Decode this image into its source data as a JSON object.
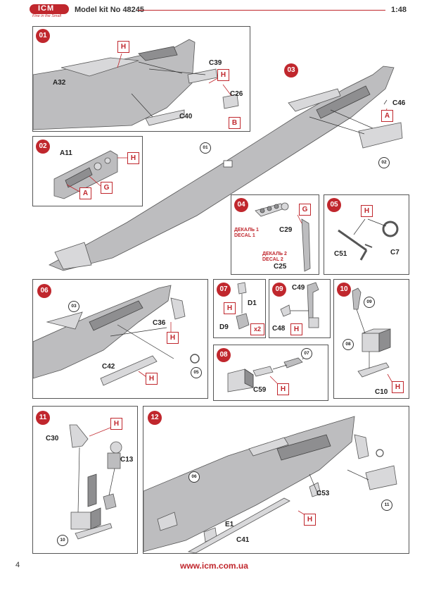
{
  "header": {
    "logo_text": "ICM",
    "logo_tagline": "Fine in the Small",
    "title": "Model kit No 48245",
    "scale": "1:48"
  },
  "footer": {
    "page_number": "4",
    "url": "www.icm.com.ua"
  },
  "steps": {
    "s01": {
      "num": "01",
      "parts": [
        "A32",
        "C39",
        "C26",
        "C40"
      ],
      "tags": [
        "H",
        "H",
        "B"
      ]
    },
    "s02": {
      "num": "02",
      "parts": [
        "A11"
      ],
      "tags": [
        "H",
        "A",
        "G"
      ]
    },
    "s03": {
      "num": "03",
      "parts": [
        "C46"
      ],
      "tags": [
        "A"
      ],
      "refs": [
        "01",
        "02"
      ]
    },
    "s04": {
      "num": "04",
      "parts": [
        "C29",
        "C25"
      ],
      "tags": [
        "G"
      ],
      "decal1": [
        "ДЕКАЛЬ 1",
        "DECAL 1"
      ],
      "decal2": [
        "ДЕКАЛЬ 2",
        "DECAL 2"
      ]
    },
    "s05": {
      "num": "05",
      "parts": [
        "C51",
        "C7"
      ],
      "tags": [
        "H"
      ]
    },
    "s06": {
      "num": "06",
      "parts": [
        "C36",
        "C42"
      ],
      "tags": [
        "H",
        "H"
      ],
      "refs": [
        "03",
        "05"
      ]
    },
    "s07": {
      "num": "07",
      "parts": [
        "D1",
        "D9"
      ],
      "tags": [
        "H"
      ],
      "qty": "x2"
    },
    "s08": {
      "num": "08",
      "parts": [
        "C59"
      ],
      "tags": [
        "H"
      ],
      "refs": [
        "07"
      ]
    },
    "s09": {
      "num": "09",
      "parts": [
        "C49",
        "C48"
      ],
      "tags": [
        "H"
      ]
    },
    "s10": {
      "num": "10",
      "parts": [
        "C10"
      ],
      "tags": [
        "H"
      ],
      "refs": [
        "09",
        "08"
      ]
    },
    "s11": {
      "num": "11",
      "parts": [
        "C30",
        "C13"
      ],
      "tags": [
        "H"
      ],
      "refs": [
        "10"
      ]
    },
    "s12": {
      "num": "12",
      "parts": [
        "C53",
        "E1",
        "C41"
      ],
      "tags": [
        "H"
      ],
      "refs": [
        "06",
        "11"
      ]
    }
  }
}
